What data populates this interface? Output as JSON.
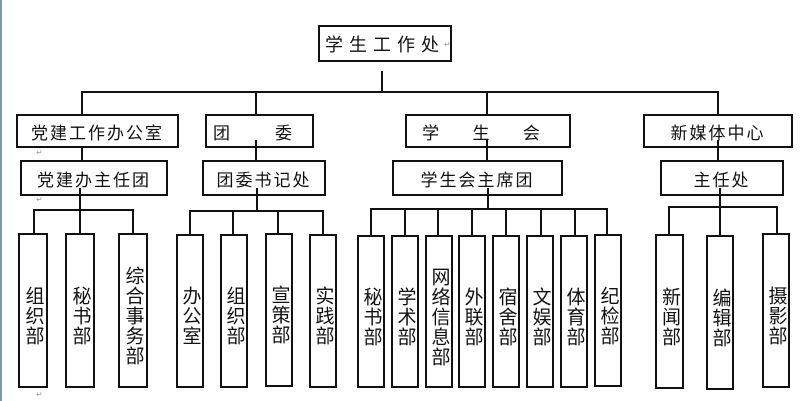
{
  "org_chart": {
    "root": {
      "label": "学生工作处"
    },
    "branches": [
      {
        "label": "党建工作办公室",
        "sub": "党建办主任团",
        "departments": [
          "组织部",
          "秘书部",
          "综合事务部"
        ]
      },
      {
        "label": "团　委",
        "sub": "团委书记处",
        "departments": [
          "办公室",
          "组织部",
          "宣策部",
          "实践部"
        ]
      },
      {
        "label": "学 生 会",
        "sub": "学生会主席团",
        "departments": [
          "秘书部",
          "学术部",
          "网络信息部",
          "外联部",
          "宿舍部",
          "文娱部",
          "体育部",
          "纪检部"
        ]
      },
      {
        "label": "新媒体中心",
        "sub": "主任处",
        "departments": [
          "新闻部",
          "编辑部",
          "摄影部"
        ]
      }
    ]
  },
  "paragraph_mark": "↵"
}
